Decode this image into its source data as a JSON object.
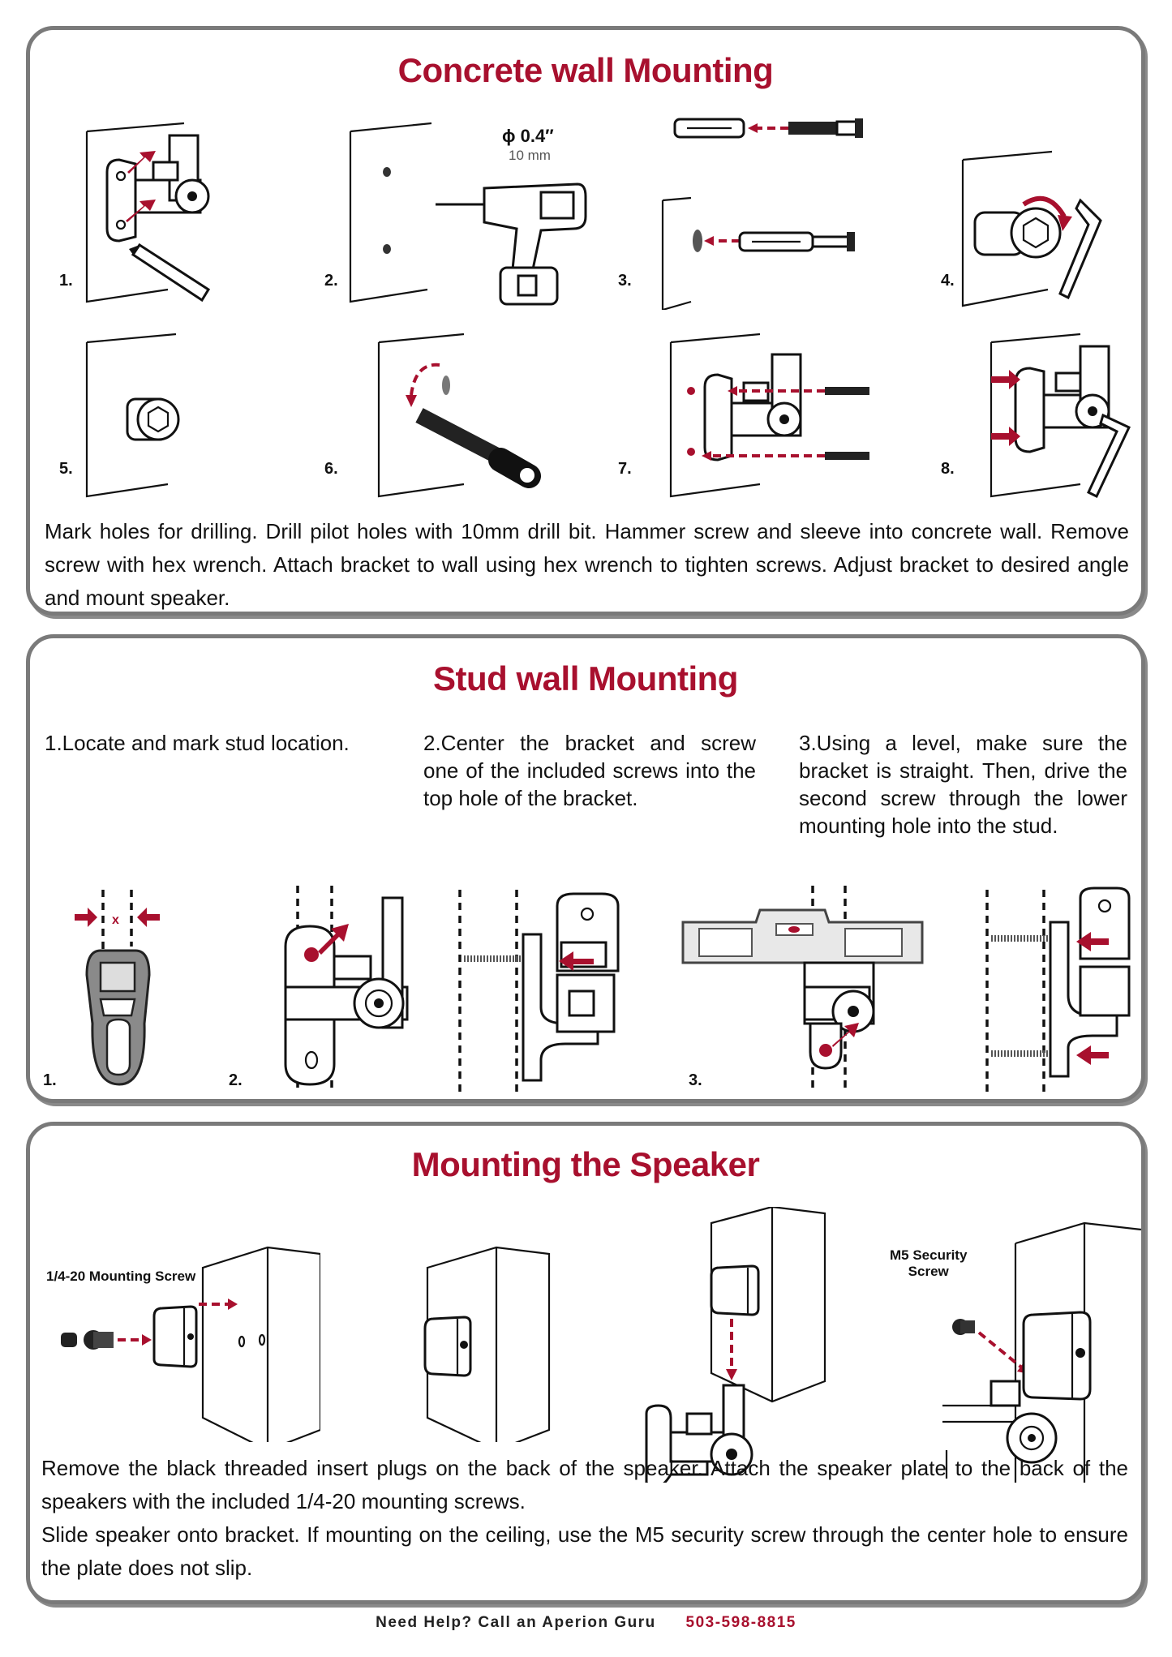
{
  "concrete": {
    "title": "Concrete wall Mounting",
    "steps": [
      "1.",
      "2.",
      "3.",
      "4.",
      "5.",
      "6.",
      "7.",
      "8."
    ],
    "drill_size_in": "ϕ 0.4″",
    "drill_size_mm": "10 mm",
    "instructions": "Mark holes for drilling. Drill pilot holes with 10mm drill bit. Hammer screw and sleeve into concrete wall. Remove screw with hex wrench. Attach bracket to wall using hex wrench to tighten screws. Adjust bracket to desired angle and mount speaker."
  },
  "stud": {
    "title": "Stud wall Mounting",
    "columns": [
      "1.Locate and mark stud location.",
      "2.Center the bracket and screw one of the included screws into the top hole of the bracket.",
      "3.Using a level, make sure the bracket is straight. Then, drive the second screw through the lower mounting hole into the stud."
    ],
    "steps": [
      "1.",
      "2.",
      "3."
    ],
    "stud_marker": "x"
  },
  "speaker": {
    "title": "Mounting the Speaker",
    "callout_mounting_screw": "1/4-20 Mounting Screw",
    "callout_security_screw_line1": "M5 Security",
    "callout_security_screw_line2": "Screw",
    "instructions_1": "Remove the black threaded insert plugs on the back of the speaker. Attach the speaker plate to the back of the speakers with the included 1/4-20 mounting screws.",
    "instructions_2": "Slide speaker onto bracket. If mounting on the ceiling, use the M5 security screw through the center hole to ensure the plate does not slip."
  },
  "footer": {
    "help_text": "Need Help? Call an Aperion Guru",
    "phone": "503-598-8815"
  },
  "colors": {
    "accent": "#a8102e",
    "border": "#7a7a7a"
  }
}
